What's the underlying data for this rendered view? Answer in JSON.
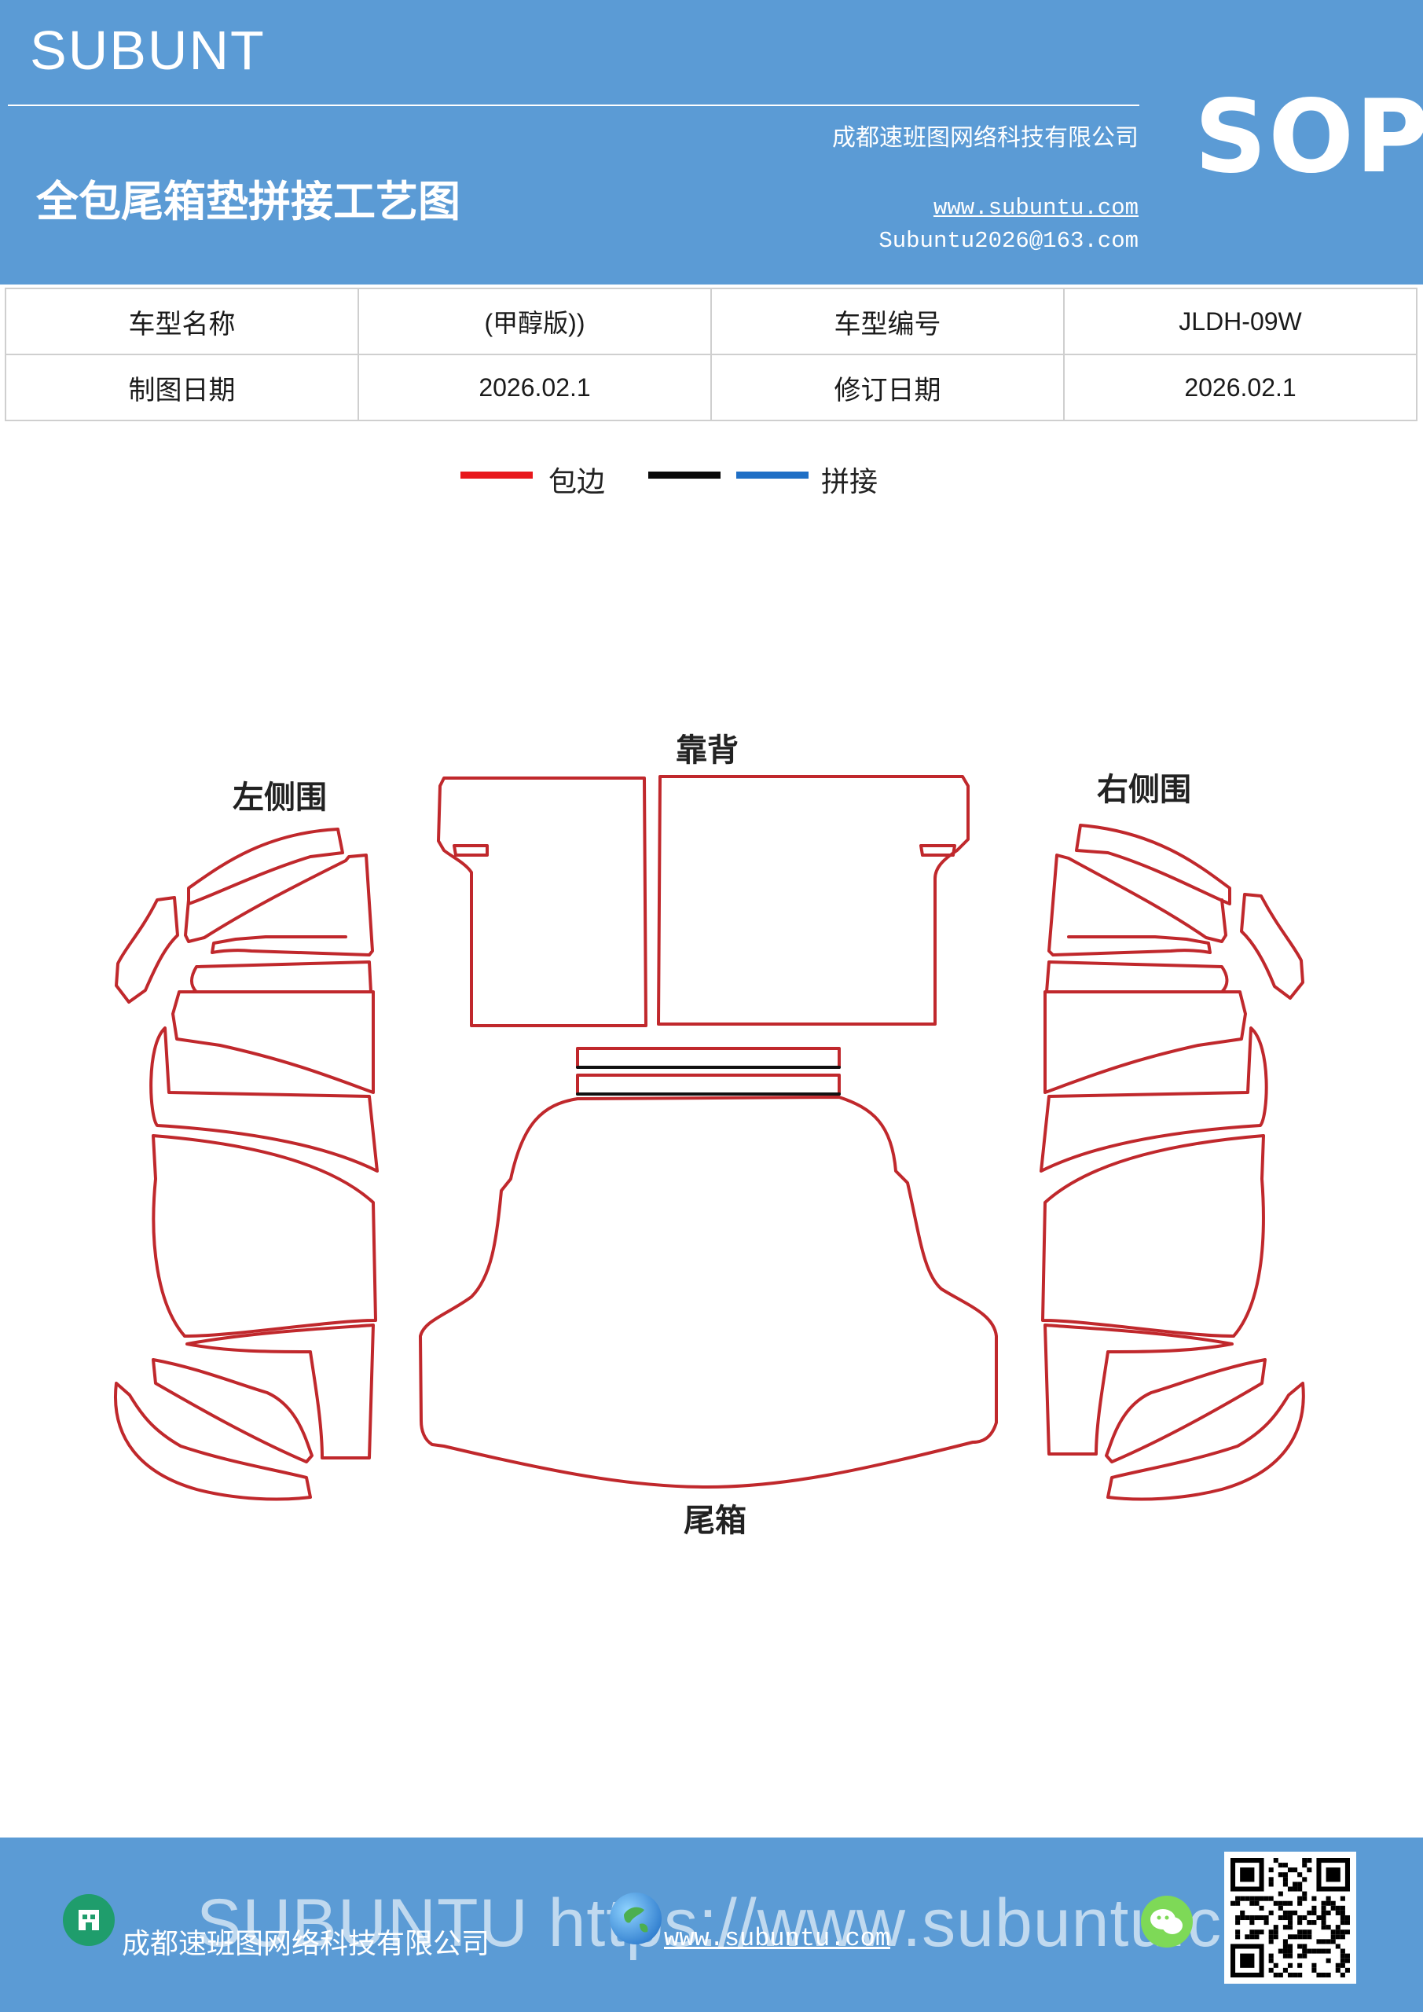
{
  "header": {
    "brand": "SUBUNT",
    "title": "全包尾箱垫拼接工艺图",
    "company": "成都速班图网络科技有限公司",
    "website": "www.subuntu.com",
    "email": "Subuntu2026@163.com",
    "badge": "SOP",
    "background_color": "#5b9bd5"
  },
  "info_table": {
    "rows": [
      [
        {
          "label": "车型名称",
          "value": "(甲醇版))"
        },
        {
          "label": "车型编号",
          "value": "JLDH-09W"
        }
      ],
      [
        {
          "label": "制图日期",
          "value": "2026.02.1"
        },
        {
          "label": "修订日期",
          "value": "2026.02.1"
        }
      ]
    ]
  },
  "legend": {
    "items": [
      {
        "color": "#e8181c",
        "label": "包边"
      },
      {
        "color": "#0a0a0a",
        "label": ""
      },
      {
        "color": "#1f6fc5",
        "label": "拼接"
      }
    ]
  },
  "diagram": {
    "labels": {
      "left_side": "左侧围",
      "backrest": "靠背",
      "right_side": "右侧围",
      "trunk": "尾箱"
    },
    "edge_color": "#c0282c",
    "seam_color": "#111111"
  },
  "footer": {
    "watermark": "SUBUNTU https://www.subuntu.com",
    "company": "成都速班图网络科技有限公司",
    "website": "www.subuntu.com",
    "icons": [
      "building-icon",
      "globe-icon",
      "wechat-icon",
      "qr-code"
    ]
  }
}
